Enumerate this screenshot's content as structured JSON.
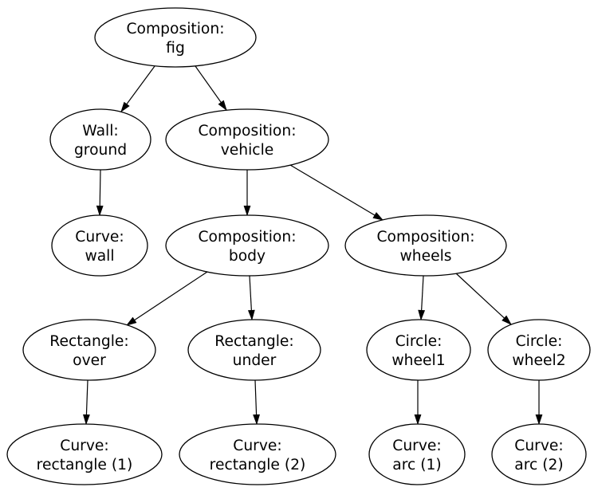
{
  "diagram": {
    "description": "Composition tree of a figure rendered as a directed graph",
    "colors": {
      "background": "#ffffff",
      "node_fill": "#ffffff",
      "node_stroke": "#000000",
      "edge_stroke": "#000000",
      "text": "#000000"
    },
    "nodes": [
      {
        "id": "fig",
        "type": "Composition",
        "name": "fig",
        "line1": "Composition:",
        "line2": "fig"
      },
      {
        "id": "ground",
        "type": "Wall",
        "name": "ground",
        "line1": "Wall:",
        "line2": "ground"
      },
      {
        "id": "vehicle",
        "type": "Composition",
        "name": "vehicle",
        "line1": "Composition:",
        "line2": "vehicle"
      },
      {
        "id": "wall",
        "type": "Curve",
        "name": "wall",
        "line1": "Curve:",
        "line2": "wall"
      },
      {
        "id": "body",
        "type": "Composition",
        "name": "body",
        "line1": "Composition:",
        "line2": "body"
      },
      {
        "id": "wheels",
        "type": "Composition",
        "name": "wheels",
        "line1": "Composition:",
        "line2": "wheels"
      },
      {
        "id": "over",
        "type": "Rectangle",
        "name": "over",
        "line1": "Rectangle:",
        "line2": "over"
      },
      {
        "id": "under",
        "type": "Rectangle",
        "name": "under",
        "line1": "Rectangle:",
        "line2": "under"
      },
      {
        "id": "wheel1",
        "type": "Circle",
        "name": "wheel1",
        "line1": "Circle:",
        "line2": "wheel1"
      },
      {
        "id": "wheel2",
        "type": "Circle",
        "name": "wheel2",
        "line1": "Circle:",
        "line2": "wheel2"
      },
      {
        "id": "rect1",
        "type": "Curve",
        "name": "rectangle (1)",
        "line1": "Curve:",
        "line2": "rectangle (1)"
      },
      {
        "id": "rect2",
        "type": "Curve",
        "name": "rectangle (2)",
        "line1": "Curve:",
        "line2": "rectangle (2)"
      },
      {
        "id": "arc1",
        "type": "Curve",
        "name": "arc (1)",
        "line1": "Curve:",
        "line2": "arc (1)"
      },
      {
        "id": "arc2",
        "type": "Curve",
        "name": "arc (2)",
        "line1": "Curve:",
        "line2": "arc (2)"
      }
    ],
    "edges": [
      {
        "from": "fig",
        "to": "ground"
      },
      {
        "from": "fig",
        "to": "vehicle"
      },
      {
        "from": "ground",
        "to": "wall"
      },
      {
        "from": "vehicle",
        "to": "body"
      },
      {
        "from": "vehicle",
        "to": "wheels"
      },
      {
        "from": "body",
        "to": "over"
      },
      {
        "from": "body",
        "to": "under"
      },
      {
        "from": "wheels",
        "to": "wheel1"
      },
      {
        "from": "wheels",
        "to": "wheel2"
      },
      {
        "from": "over",
        "to": "rect1"
      },
      {
        "from": "under",
        "to": "rect2"
      },
      {
        "from": "wheel1",
        "to": "arc1"
      },
      {
        "from": "wheel2",
        "to": "arc2"
      }
    ]
  }
}
